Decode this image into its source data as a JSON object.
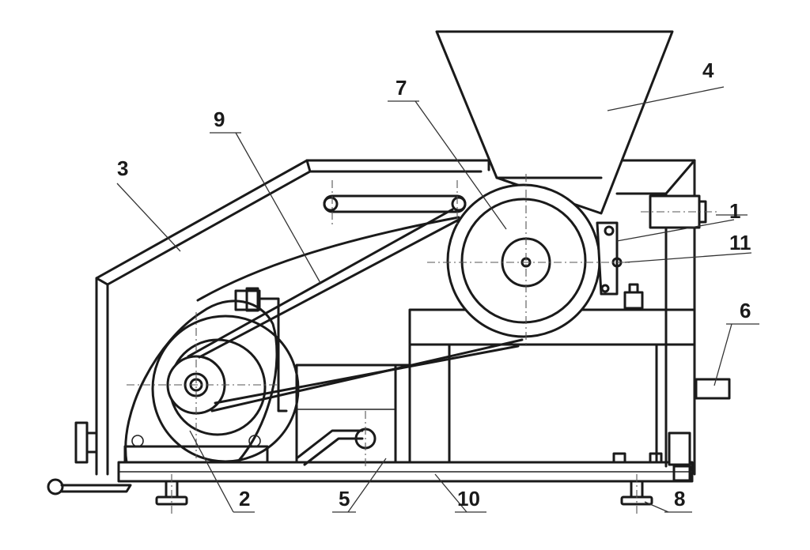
{
  "labels": {
    "l1": "1",
    "l2": "2",
    "l3": "3",
    "l4": "4",
    "l5": "5",
    "l6": "6",
    "l7": "7",
    "l8": "8",
    "l9": "9",
    "l10": "10",
    "l11": "11"
  },
  "colors": {
    "line": "#1a1a1a",
    "background": "#ffffff"
  }
}
